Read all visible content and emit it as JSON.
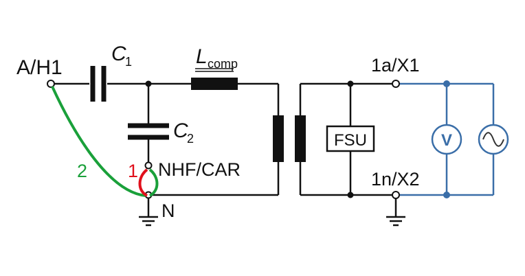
{
  "labels": {
    "a_h1": "A/H1",
    "c1_main": "C",
    "c1_sub": "1",
    "lcomp_main": "L",
    "lcomp_sub": "comp",
    "c2_main": "C",
    "c2_sub": "2",
    "nhf_car": "NHF/CAR",
    "n": "N",
    "path1": "1",
    "path2": "2",
    "x1": "1a/X1",
    "x2": "1n/X2",
    "fsu": "FSU",
    "voltmeter": "V"
  },
  "colors": {
    "wire": "#111111",
    "green_path": "#1aa03a",
    "red_path": "#e0101c",
    "blue_wire": "#3a6ea8"
  },
  "icons": {
    "source": "sine-wave-icon",
    "meter": "voltmeter-icon",
    "ground": "ground-icon"
  }
}
